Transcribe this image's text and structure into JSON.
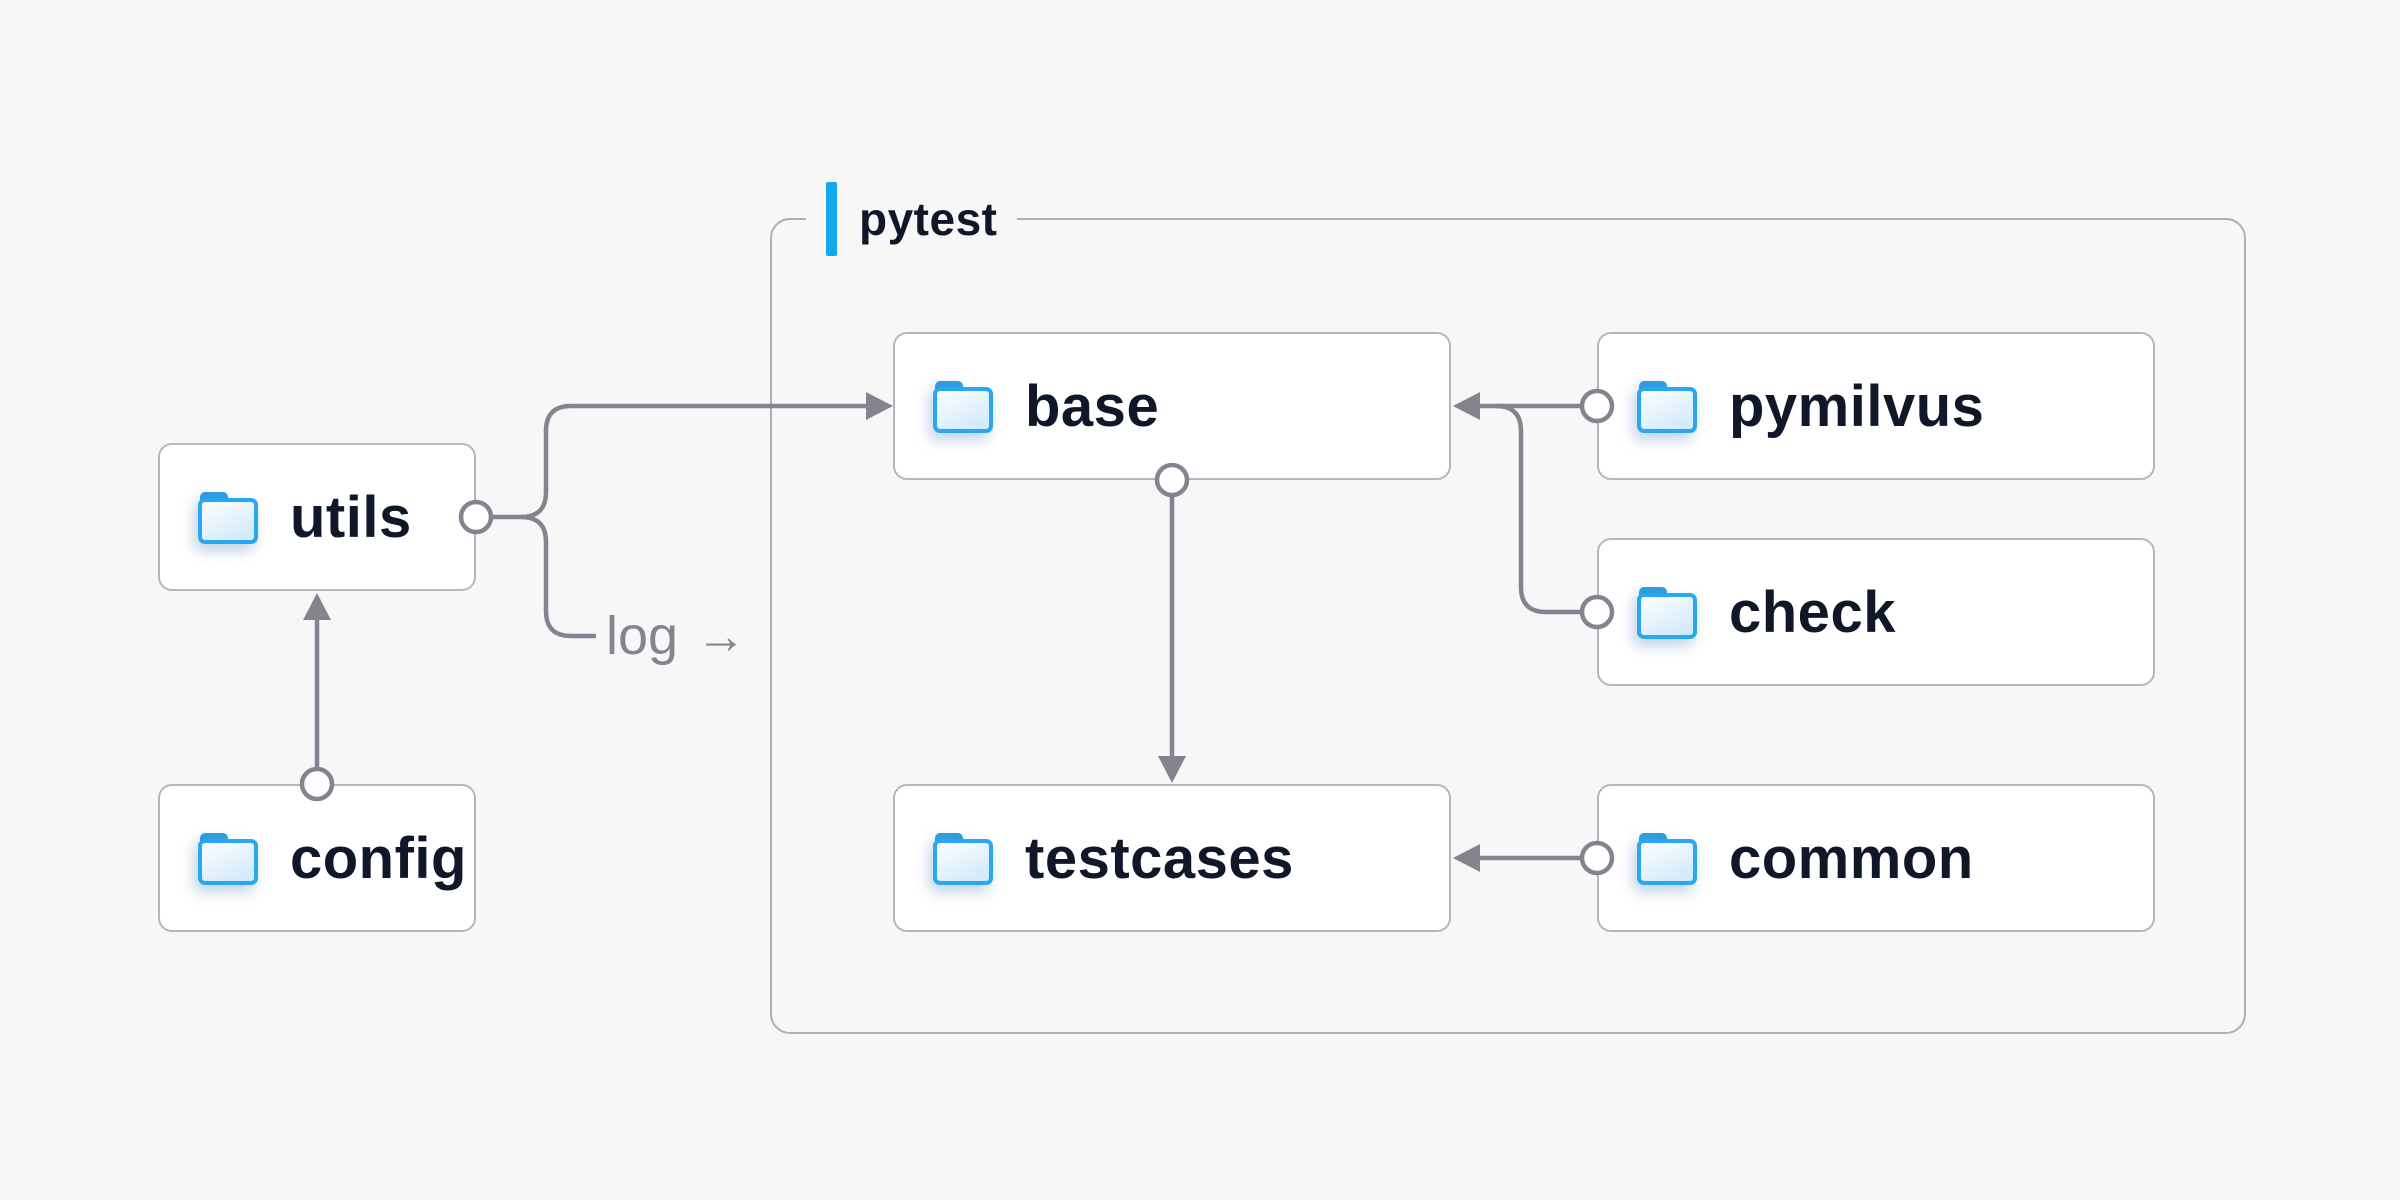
{
  "page": {
    "background": "#F7F7F8"
  },
  "colors": {
    "accent_blue": "#12A9EC",
    "folder_blue": "#29A7F2",
    "folder_tab_blue": "#2E9CE0",
    "node_text": "#0F1728",
    "connector_gray": "#84848F",
    "node_border": "#B6B6C0",
    "container_border": "#AEAEB8",
    "node_background": "#FFFFFF"
  },
  "container": {
    "label": "pytest"
  },
  "nodes": {
    "utils": {
      "label": "utils",
      "icon": "folder-icon"
    },
    "config": {
      "label": "config",
      "icon": "folder-icon"
    },
    "base": {
      "label": "base",
      "icon": "folder-icon"
    },
    "pymilvus": {
      "label": "pymilvus",
      "icon": "folder-icon"
    },
    "check": {
      "label": "check",
      "icon": "folder-icon"
    },
    "testcases": {
      "label": "testcases",
      "icon": "folder-icon"
    },
    "common": {
      "label": "common",
      "icon": "folder-icon"
    }
  },
  "edge_label": {
    "text": "log",
    "arrow": "→"
  },
  "edges": [
    {
      "from": "config",
      "to": "utils"
    },
    {
      "from": "utils",
      "to": "base"
    },
    {
      "from": "utils",
      "to": "pytest",
      "label": "log"
    },
    {
      "from": "pymilvus",
      "to": "base"
    },
    {
      "from": "check",
      "to": "base"
    },
    {
      "from": "base",
      "to": "testcases"
    },
    {
      "from": "common",
      "to": "testcases"
    }
  ]
}
